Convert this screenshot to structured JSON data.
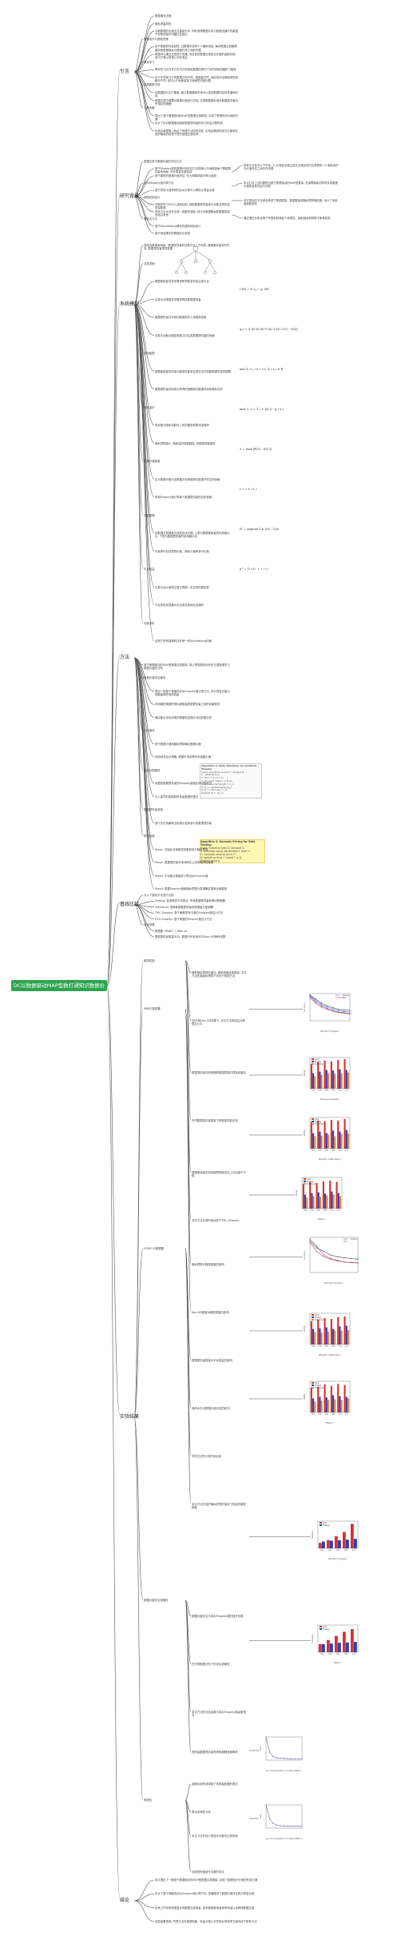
{
  "root": {
    "title": "DC以数据驱动MAP型数打通知识数据价值"
  },
  "branches": {
    "intro": "引言",
    "background": "研究背景",
    "model": "系统模型",
    "method": "方法",
    "baseline": "基线比较",
    "experiments": "实验结果",
    "conclusion": "结论"
  },
  "intro": {
    "items": [
      "数据增长迅速",
      "隐私泄露风险",
      "分散数据的价值无法直接分享, 同时使得数据共享与数据流通中的数据产权受到保护问题日益突出",
      "数据经济与数据流通",
      "由于数据具有复制性, 且数据中含有个人隐私信息, 每次数据交易都需要权衡数据隐私与数据共享之间的矛盾",
      "数据可以通过交易进行流通, 但目前的数据交易缺乏完善的激励机制, 参与方难以获得公平的收益",
      "联邦学习",
      "联邦学习允许多方在不共享原始数据的情况下协同训练机器学习模型",
      "由于不同参与方的数据分布不同、数据量不同, 因此其对全局模型的贡献也不同, 如何公平地衡量各方贡献是关键问题",
      "数据要素市场",
      "将数据视为生产要素, 建立数据要素市场可以促进数据的高效流通和利用",
      "数据交易中需要对数据价值进行评估, 并根据数据价值对数据提供者给予相应的报酬",
      "主要贡献",
      "提出了基于数据驱动的MAP型数据交易框架, 实现了数据知识价值的打通",
      "设计了针对数据使用者和数据提供者的多方收益分配机制",
      "在真实数据集上验证了所提方法的有效性, 实验结果表明该方法能够在保护隐私的前提下提升数据交易效率"
    ]
  },
  "background": {
    "items": [
      "数据交易中数据价值的评估方法",
      "基于Shapley值的数据价值评估方法能够公平地衡量每个数据提供者的贡献, 但计算复杂度较高",
      "基于模型的数据价值评估, 在大规模场景中难以适用",
      "近似Shapley值计算方法",
      "基于蒙特卡洛采样的近似计算可以降低计算复杂度",
      "激励机制设计",
      "在联邦学习中引入激励机制, 鼓励数据提供者参与训练并提供高质量数据",
      "现有方法大多关注单一维度的激励, 缺乏对数据隐私和数据质量的综合考虑",
      "博弈论方法",
      "基于Stackelberg博弈的激励机制设计",
      "基于拍卖理论的数据定价机制"
    ],
    "side_notes": [
      "现有方法存在以下不足: 1) 计算复杂度过高无法满足实时交易需求; 2) 隐私保护与价值评估之间存在矛盾",
      "本文针对上述问题提出基于数据驱动的MAP型框架, 在保障隐私的同时实现数据价值的高效评估与分配",
      "本文提出的方法综合考虑了数据质量、数据数量和隐私预算等因素, 设计了多维度激励机制",
      "通过理论分析证明了所提机制满足个体理性、激励相容和预算平衡等性质"
    ]
  },
  "model": {
    "items": [
      "系统由数据使用者、数据提供者和交易平台三方构成, 数据使用者发布任务, 数据提供者提供数据",
      "交易流程",
      "数据使用者将任务需求和预算发布给交易平台",
      "交易平台根据任务需求筛选数据提供者",
      "数据提供者在本地训练模型并上传模型参数",
      "交易平台聚合模型参数并评估各数据提供者的贡献",
      "效用函数",
      "数据使用者的效用为模型性能收益减去支付给数据提供者的报酬",
      "数据提供者的效用为获得的报酬减去数据成本和隐私成本",
      "隐私保护",
      "采用差分隐私机制对上传的模型参数添加噪声",
      "隐私预算越小, 隐私保护程度越高, 但模型精度越低",
      "数据价值度量",
      "定义数据价值为该数据对全局模型性能提升的边际贡献",
      "采用Shapley值计算每个数据提供者的边际贡献",
      "问题建模",
      "将数据交易建模为双层优化问题, 上层为数据使用者的效用最大化, 下层为数据提供者的效用最大化",
      "约束条件包括预算约束、隐私约束和参与约束",
      "平台收益",
      "交易平台从每笔交易中收取一定比例的服务费",
      "平台的目标是最大化交易总量和社会福利",
      "均衡分析",
      "证明了所构建博弈存在唯一的Stackelberg均衡"
    ],
    "formulas": [
      "U(θ) = Σ ω_i · φ_i(θ)",
      "φ_i = Σ |S|!(n-|S|-1)!/n! [v(S∪{i}) - v(S)]",
      "min Σ_i c_i x_i  s.t. Σ_i x_i ≥ B",
      "max U_u = Σ_i v_i(x_i) - p_i x_i",
      "Δ = max ||f(D) - f(D')||",
      "ε_i = Δ / σ_i",
      "x* = argmax Σ φ_i(x) - C(x)",
      "p* = (1+λ) · c_i / ε_i"
    ]
  },
  "method": {
    "items": [
      "基于数据驱动的MAP型数据交易框架, 核心思想是利用历史交易数据学习数据价值的分布",
      "数据价值评估模块",
      "提出一种基于梯度的近似Shapley值计算方法, 将计算复杂度从指数级降低到线性级",
      "利用模型梯度的相似度衡量数据提供者之间的贡献差异",
      "通过聚合多轮训练的梯度信息提升评估的稳定性",
      "定价模块",
      "基于数据价值和隐私预算确定数据价格",
      "采用动态定价策略, 根据市场供需关系调整价格",
      "收益分配模块",
      "依据各数据提供者的Shapley值按比例分配收益",
      "引入惩罚机制抑制低质量数据的提交",
      "数据提供者选择",
      "基于历史贡献和当前报价选择参与的数据提供者",
      "算法流程",
      "Step1: 初始化全局模型参数和各方隐私预算",
      "Step2: 数据提供者本地训练并上传带噪声的梯度",
      "Step3: 平台聚合梯度并计算近似Shapley值",
      "Step4: 根据Shapley值和隐私预算计算报酬并更新全局模型"
    ],
    "algo_title": "Algorithm 1: Data Valuation via Gradient Shapley",
    "algo_lines": [
      "Input: clients N, rounds T, budget B",
      "1: initialize θ_0",
      "2: for t = 1 to T do",
      "3:   for each client i in N do",
      "4:     g_i ← LocalTrain(θ_t, D_i)",
      "5:   φ_i ← GradShapley(g_i)",
      "6:   p_i ← Price(φ_i, ε_i)",
      "Output: θ_T, {p_i}"
    ],
    "highlight_title": "Algorithm 2: Dynamic Pricing for Data Trading",
    "highlight_lines": [
      "Input: historical bids H, demand d",
      "1: estimate value distribution F from H",
      "2: compute reserve price r*",
      "3: update price p ← max(r*, p_t)",
      "Output: price p"
    ]
  },
  "baseline": {
    "items": [
      "与以下基线方法进行比较:",
      "FedAvg: 标准联邦平均算法, 所有数据提供者获得均等报酬",
      "Individual: 按照各数据提供者的数据量分配报酬",
      "TMC-Shapley: 基于截断蒙特卡洛的Shapley值估计方法",
      "GTG-Shapley: 基于梯度的Shapley值估计方法",
      "实验设置",
      "数据集: MNIST, CIFAR-10",
      "数据提供者数量为10, 数据分布采用IID与Non-IID两种设置"
    ]
  },
  "experiments": {
    "groups": [
      "模型性能",
      "MNIST数据集",
      "CIFAR-10数据集",
      "数据价值评估准确性",
      "收敛性"
    ],
    "items": [
      "随着隐私预算的增加, 模型精度逐渐提高, 本文方法在各隐私预算下均优于基线方法",
      "在IID和Non-IID设置下, 本文方法的收益分配更加公平",
      "数据提供者的效用随着数据质量的提高而增加",
      "不同数据提供者数量下的模型性能比较",
      "数据使用者的效用随预算增加先上升后趋于平稳",
      "本文方法计算时间远低于TMC-Shapley",
      "隐私预算对模型精度的影响",
      "Non-IID程度对模型精度的影响",
      "数据提供者数量对平台收益的影响",
      "噪声水平对数据价值评估的影响",
      "不同方法的计算开销比较",
      "本文方法在保护隐私的同时保持了较高的模型精度",
      "数据价值评估与真实Shapley值的相关系数",
      "在不同数据分布下的评估准确性",
      "本文方法的评估结果与真实Shapley值高度相关",
      "低质量数据提供者获得的报酬显著降低",
      "激励机制有效抑制了低质量数据的提交",
      "算法收敛性分析",
      "本文方法在较少的迭代次数内达到收敛",
      "训练损失随迭代次数的变化"
    ],
    "chart_captions": [
      "Privacy budget ε",
      "Privacy budget ε",
      "Weight coefficient μ",
      "Ratio r",
      "Privacy budget ε",
      "Weight coefficient μ",
      "Ratio r",
      "Privacy budget ε",
      "Ratio r",
      "(a) Convergence of Algorithm 1",
      "(b) Convergence of Algorithm 2"
    ],
    "y_labels": [
      "Accuracy",
      "Utility",
      "Utility",
      "Utility",
      "Accuracy",
      "Utility",
      "Utility",
      "Reward",
      "Reward",
      "Loss",
      "Loss"
    ],
    "legend_names": [
      "Ours",
      "FedAvg",
      "Individual",
      "TMC",
      "GTG"
    ],
    "legend_short": [
      "Ours",
      "FedAvg",
      "TMC"
    ]
  },
  "conclusion": {
    "items": [
      "本文提出了一种基于数据驱动的MAP型数据交易框架, 实现了数据知识价值的有效打通",
      "设计了基于梯度的近似Shapley值计算方法, 显著降低了数据价值评估的计算复杂度",
      "未来工作将考虑更复杂的数据交易场景, 如多数据使用者竞争场景以及跨域数据交易",
      "实验结果表明, 所提方法在模型精度、收益分配公平性和计算效率方面均优于现有方法"
    ]
  },
  "colors": {
    "root_bg": "#2ea44f",
    "line": "#555555",
    "bar_red": "#d9302c",
    "bar_blue": "#2b3fb6",
    "bar_orange": "#d9894a",
    "bar_black": "#1a1a1a",
    "highlight": "#fff6b3"
  },
  "chart_data": [
    {
      "type": "line",
      "title": "",
      "xlabel": "Privacy budget ε",
      "ylabel": "Accuracy",
      "x": [
        1,
        2,
        3,
        4,
        5,
        6,
        7,
        8
      ],
      "series": [
        {
          "name": "Ours",
          "values": [
            0.9,
            0.7,
            0.55,
            0.45,
            0.38,
            0.32,
            0.3,
            0.28
          ]
        },
        {
          "name": "FedAvg",
          "values": [
            0.95,
            0.8,
            0.65,
            0.55,
            0.48,
            0.42,
            0.4,
            0.38
          ]
        },
        {
          "name": "Individual",
          "values": [
            0.85,
            0.65,
            0.5,
            0.42,
            0.35,
            0.3,
            0.27,
            0.25
          ]
        },
        {
          "name": "TMC",
          "values": [
            0.92,
            0.75,
            0.6,
            0.5,
            0.43,
            0.37,
            0.34,
            0.32
          ]
        }
      ],
      "ylim": [
        0,
        1
      ]
    },
    {
      "type": "bar",
      "xlabel": "Privacy budget ε",
      "ylabel": "Utility",
      "categories": [
        "0.2",
        "0.4",
        "0.6",
        "0.8",
        "1.0",
        "1.2"
      ],
      "series": [
        {
          "name": "Ours",
          "values": [
            0.8,
            0.85,
            0.9,
            0.88,
            0.92,
            0.95
          ]
        },
        {
          "name": "FedAvg",
          "values": [
            0.5,
            0.55,
            0.6,
            0.58,
            0.62,
            0.6
          ]
        },
        {
          "name": "Individual",
          "values": [
            0.4,
            0.45,
            0.5,
            0.48,
            0.5,
            0.52
          ]
        }
      ],
      "ylim": [
        0,
        1
      ]
    },
    {
      "type": "bar",
      "xlabel": "Weight coefficient μ",
      "ylabel": "Utility",
      "categories": [
        "0.2",
        "0.4",
        "0.6",
        "0.8",
        "1.0",
        "1.2"
      ],
      "series": [
        {
          "name": "Ours",
          "values": [
            0.85,
            0.9,
            0.88,
            0.92,
            0.9,
            0.95
          ]
        },
        {
          "name": "FedAvg",
          "values": [
            0.5,
            0.55,
            0.5,
            0.58,
            0.55,
            0.6
          ]
        },
        {
          "name": "Individual",
          "values": [
            0.4,
            0.42,
            0.45,
            0.4,
            0.48,
            0.5
          ]
        }
      ],
      "ylim": [
        0,
        1
      ]
    },
    {
      "type": "bar",
      "xlabel": "Ratio r",
      "ylabel": "Utility",
      "categories": [
        "0.2",
        "0.4",
        "0.6",
        "0.8",
        "1.0",
        "1.2"
      ],
      "series": [
        {
          "name": "Ours",
          "values": [
            0.8,
            0.85,
            0.82,
            0.88,
            0.9,
            0.86
          ]
        },
        {
          "name": "FedAvg",
          "values": [
            0.45,
            0.5,
            0.52,
            0.48,
            0.55,
            0.5
          ]
        },
        {
          "name": "Individual",
          "values": [
            0.35,
            0.4,
            0.38,
            0.42,
            0.45,
            0.4
          ]
        }
      ],
      "ylim": [
        0,
        1
      ]
    },
    {
      "type": "line",
      "xlabel": "Privacy budget ε",
      "ylabel": "Accuracy",
      "x": [
        1,
        2,
        3,
        4,
        5,
        6,
        7,
        8
      ],
      "series": [
        {
          "name": "Ours",
          "values": [
            0.95,
            0.75,
            0.5,
            0.4,
            0.35,
            0.3,
            0.28,
            0.27
          ]
        },
        {
          "name": "FedAvg",
          "values": [
            0.9,
            0.7,
            0.6,
            0.5,
            0.45,
            0.42,
            0.4,
            0.38
          ]
        },
        {
          "name": "TMC",
          "values": [
            0.85,
            0.6,
            0.45,
            0.38,
            0.33,
            0.3,
            0.29,
            0.28
          ]
        }
      ],
      "ylim": [
        0,
        1
      ]
    },
    {
      "type": "bar",
      "xlabel": "Weight coefficient μ",
      "ylabel": "Utility",
      "categories": [
        "0.2",
        "0.4",
        "0.6",
        "0.8",
        "1.0",
        "1.2"
      ],
      "series": [
        {
          "name": "Ours",
          "values": [
            0.75,
            0.8,
            0.85,
            0.82,
            0.88,
            0.9
          ]
        },
        {
          "name": "FedAvg",
          "values": [
            0.5,
            0.52,
            0.55,
            0.5,
            0.58,
            0.6
          ]
        },
        {
          "name": "Individual",
          "values": [
            0.4,
            0.38,
            0.42,
            0.45,
            0.44,
            0.46
          ]
        }
      ],
      "ylim": [
        0,
        1
      ]
    },
    {
      "type": "bar",
      "xlabel": "Ratio r",
      "ylabel": "Utility",
      "categories": [
        "0.2",
        "0.4",
        "0.6",
        "0.8",
        "1.0",
        "1.2"
      ],
      "series": [
        {
          "name": "Ours",
          "values": [
            0.8,
            0.82,
            0.9,
            0.85,
            0.92,
            0.88
          ]
        },
        {
          "name": "FedAvg",
          "values": [
            0.45,
            0.5,
            0.48,
            0.55,
            0.52,
            0.5
          ]
        },
        {
          "name": "Individual",
          "values": [
            0.35,
            0.38,
            0.4,
            0.42,
            0.4,
            0.45
          ]
        }
      ],
      "ylim": [
        0,
        1
      ]
    },
    {
      "type": "bar",
      "xlabel": "Privacy budget ε",
      "ylabel": "Reward",
      "categories": [
        "0.2",
        "0.4",
        "0.6",
        "0.8",
        "1.0"
      ],
      "series": [
        {
          "name": "Ours",
          "values": [
            0.2,
            0.3,
            0.45,
            0.6,
            0.9
          ]
        },
        {
          "name": "FedAvg",
          "values": [
            0.25,
            0.28,
            0.3,
            0.32,
            0.35
          ]
        }
      ],
      "ylim": [
        0,
        1
      ]
    },
    {
      "type": "bar",
      "xlabel": "Ratio r",
      "ylabel": "Reward",
      "categories": [
        "0.2",
        "0.4",
        "0.6",
        "0.8",
        "1.0"
      ],
      "series": [
        {
          "name": "Ours",
          "values": [
            0.3,
            0.45,
            0.6,
            0.75,
            0.85
          ]
        },
        {
          "name": "FedAvg",
          "values": [
            0.3,
            0.32,
            0.35,
            0.36,
            0.38
          ]
        }
      ],
      "ylim": [
        0,
        1
      ]
    },
    {
      "type": "line",
      "xlabel": "(a) Convergence of Algorithm 1",
      "ylabel": "Loss",
      "x": [
        0,
        1,
        2,
        3,
        4,
        5,
        6,
        7,
        8,
        9,
        10
      ],
      "series": [
        {
          "name": "",
          "values": [
            1.0,
            0.35,
            0.15,
            0.1,
            0.08,
            0.07,
            0.07,
            0.06,
            0.06,
            0.06,
            0.06
          ]
        }
      ],
      "ylim": [
        0,
        1
      ]
    },
    {
      "type": "line",
      "xlabel": "(b) Convergence of Algorithm 2",
      "ylabel": "Loss",
      "x": [
        0,
        1,
        2,
        3,
        4,
        5,
        6,
        7,
        8,
        9,
        10
      ],
      "series": [
        {
          "name": "",
          "values": [
            1.0,
            0.4,
            0.2,
            0.12,
            0.1,
            0.09,
            0.08,
            0.08,
            0.08,
            0.08,
            0.08
          ]
        }
      ],
      "ylim": [
        0,
        1
      ]
    }
  ]
}
